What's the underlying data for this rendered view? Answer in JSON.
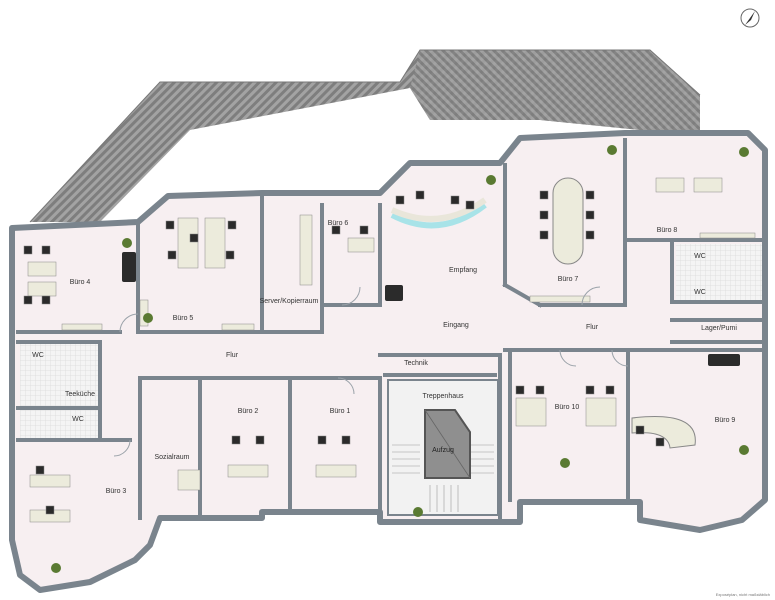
{
  "rooms": {
    "buero4": "Büro 4",
    "buero5": "Büro 5",
    "server": "Server/Kopierraum",
    "buero6": "Büro 6",
    "empfang": "Empfang",
    "buero7": "Büro 7",
    "buero8": "Büro 8",
    "wc_right_top": "WC",
    "wc_right_bottom": "WC",
    "lager": "Lager/Pumi",
    "eingang": "Eingang",
    "flur_right": "Flur",
    "flur_left": "Flur",
    "wc_left_top": "WC",
    "teekueche": "Teeküche",
    "wc_left_bottom": "WC",
    "technik": "Technik",
    "treppenhaus": "Treppenhaus",
    "aufzug": "Aufzug",
    "buero1": "Büro 1",
    "buero2": "Büro 2",
    "sozialraum": "Sozialraum",
    "buero3": "Büro 3",
    "buero10": "Büro 10",
    "buero9": "Büro 9"
  },
  "footnote": "Exposéplan, nicht maßstäblich",
  "icons": {
    "compass": "north-arrow-icon"
  },
  "colors": {
    "wall": "#7a848d",
    "floor": "#f7eff1",
    "roof": "#9a9a9a",
    "desk": "#ecebdc",
    "chair": "#2b2b2b",
    "plant": "#5a7a32",
    "glass": "#a8e3e8"
  }
}
